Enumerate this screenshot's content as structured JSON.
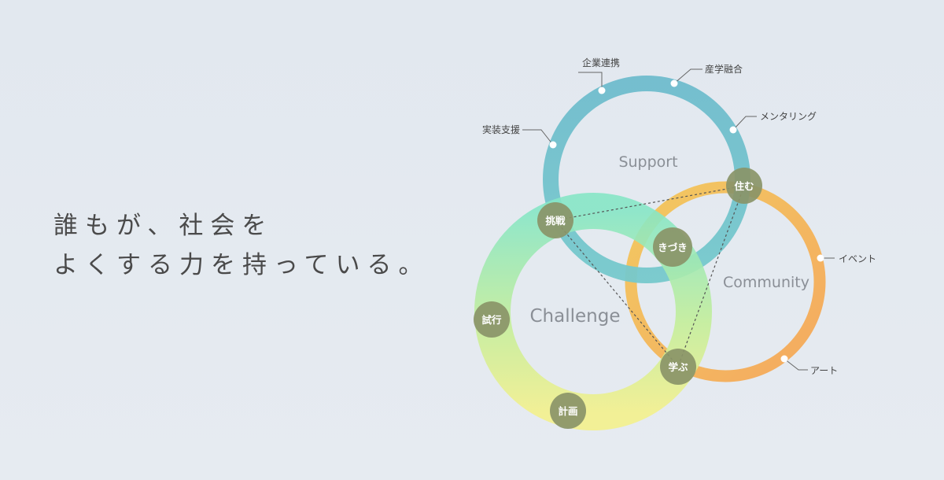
{
  "headline": {
    "line1": "誰もが、社会を",
    "line2": "よくする力を持っている。"
  },
  "rings": {
    "support": "Support",
    "community": "Community",
    "challenge": "Challenge"
  },
  "callouts": {
    "kigyo": "企業連携",
    "sangaku": "産学融合",
    "mentoring": "メンタリング",
    "jisso": "実装支援",
    "event": "イベント",
    "art": "アート"
  },
  "nodes": {
    "sumu": "住む",
    "chosen": "挑戦",
    "kizuki": "きづき",
    "shiko": "試行",
    "manabu": "学ぶ",
    "keikaku": "計画"
  },
  "colors": {
    "support": "#6dbfcf",
    "community": "#f5b04a",
    "challenge_top": "#88e8c4",
    "challenge_bottom": "#eef08a",
    "node": "#8a9468"
  }
}
